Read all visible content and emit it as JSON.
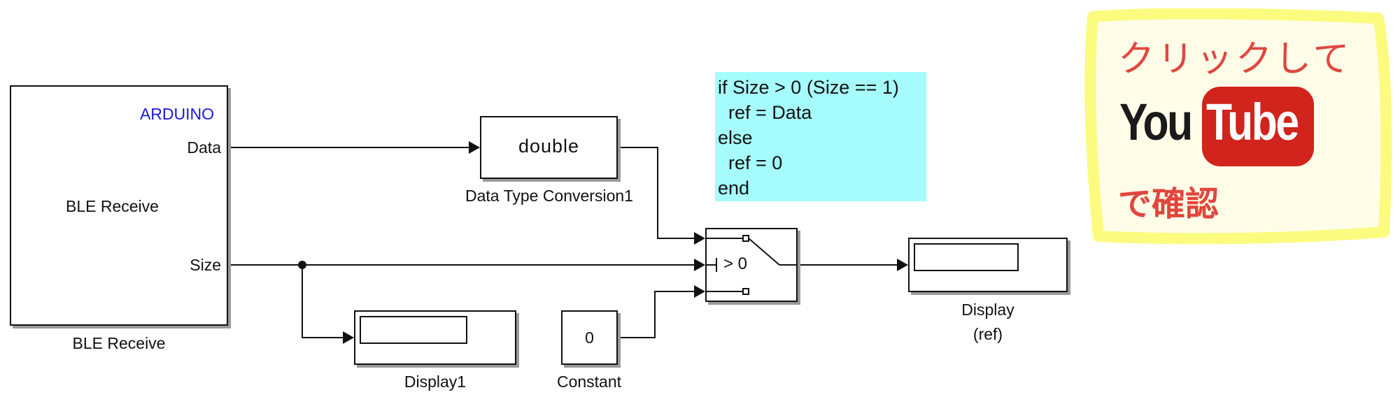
{
  "blocks": {
    "ble_receive": {
      "badge": "ARDUINO",
      "port_data": "Data",
      "port_size": "Size",
      "inner_text": "BLE Receive",
      "caption": "BLE Receive"
    },
    "conversion": {
      "text": "double",
      "caption": "Data Type Conversion1"
    },
    "switch": {
      "text": "> 0"
    },
    "display_ref": {
      "caption_line1": "Display",
      "caption_line2": "(ref)"
    },
    "display1": {
      "caption": "Display1"
    },
    "constant": {
      "text": "0",
      "caption": "Constant"
    }
  },
  "annotation": {
    "lines": [
      "if Size > 0 (Size == 1)",
      "  ref = Data",
      "else",
      "  ref = 0",
      "end"
    ],
    "background": "#a6fcfc"
  },
  "promo": {
    "line1": "クリックして",
    "logo_left": "You",
    "logo_right": "Tube",
    "line3": "で確認",
    "text_color": "#e0463e",
    "logo_red": "#d0241c",
    "highlight": "#fbfb80"
  },
  "colors": {
    "line": "#111111",
    "badge": "#1a1adb",
    "shadow": "#9a9a9a"
  }
}
